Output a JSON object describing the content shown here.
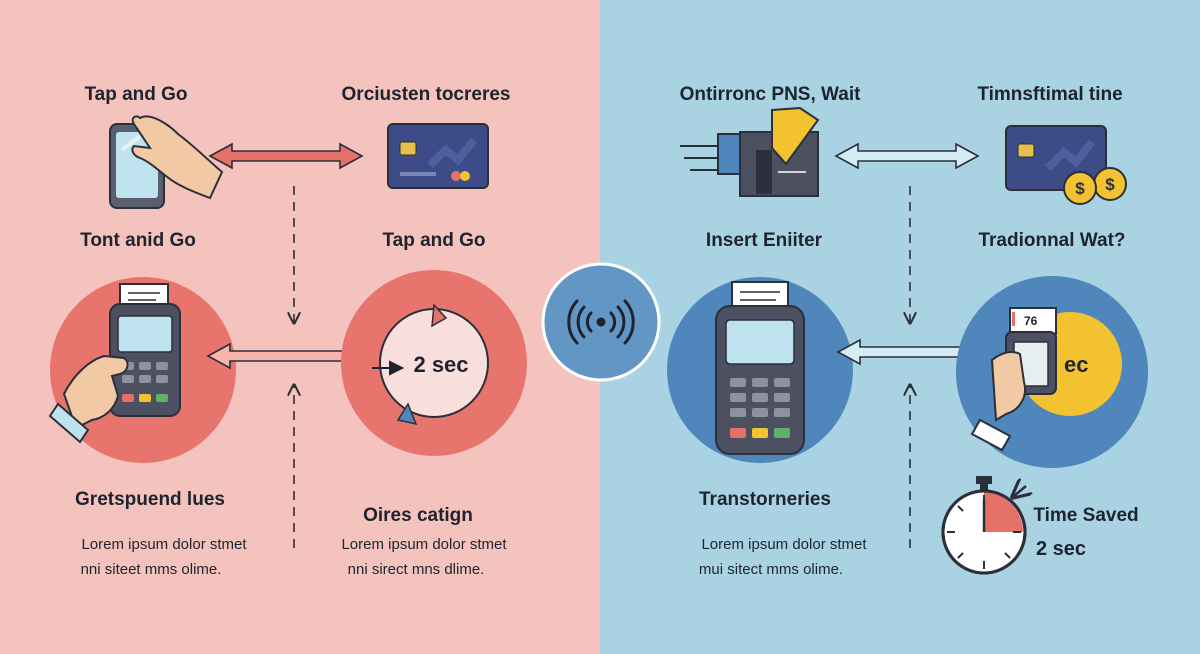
{
  "colors": {
    "left_bg": "#f4c3bd",
    "right_bg": "#a9d3e2",
    "left_circle": "#e8756d",
    "right_circle": "#4f86bb",
    "accent_red": "#e57168",
    "coin": "#f2c230",
    "outline": "#2b2f3a"
  },
  "left": {
    "label_top_left": "Tap and Go",
    "label_top_right": "Orciusten tocreres",
    "label_mid_left": "Tont anid Go",
    "label_mid_right": "Tap and Go",
    "timer_text": "2 sec",
    "label_bottom_left": "Gretspuend lues",
    "label_bottom_right": "Oires catign",
    "body_left": [
      "Lorem ipsum dolor stmet",
      "nni siteet mms olime."
    ],
    "body_right": [
      "Lorem ipsum dolor stmet",
      "nni sirect mns dlime."
    ]
  },
  "center": {
    "icon": "contactless-icon"
  },
  "right": {
    "label_top_left": "Ontirronc PNS, Wait",
    "label_top_right": "Timnsftimal tine",
    "label_mid_left": "Insert Eniiter",
    "label_mid_right": "Tradionnal Wat?",
    "receipt_text": "76",
    "coin_text": "ec",
    "label_bottom_left": "Transtorneries",
    "body_left": [
      "Lorem ipsum dolor stmet",
      "mui sitect mms olime."
    ],
    "time_saved_label": "Time Saved",
    "time_saved_value": "2 sec"
  }
}
